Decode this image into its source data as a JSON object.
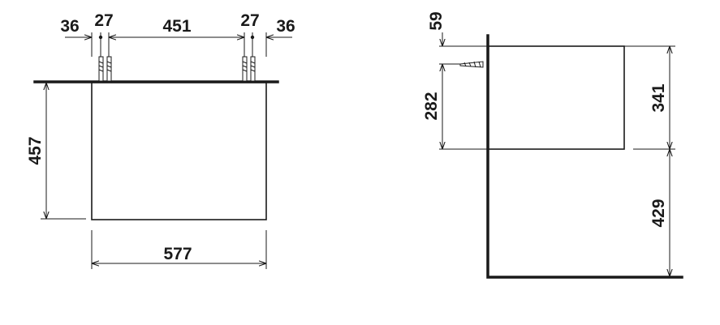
{
  "front_view": {
    "dimensions": {
      "offset_left": "36",
      "bolt_left": "27",
      "bolt_spacing": "451",
      "bolt_right": "27",
      "offset_right": "36",
      "height": "457",
      "width": "577"
    }
  },
  "side_view": {
    "dimensions": {
      "top_offset": "59",
      "bolt_height": "282",
      "cabinet_height": "341",
      "floor_clearance": "429"
    }
  }
}
